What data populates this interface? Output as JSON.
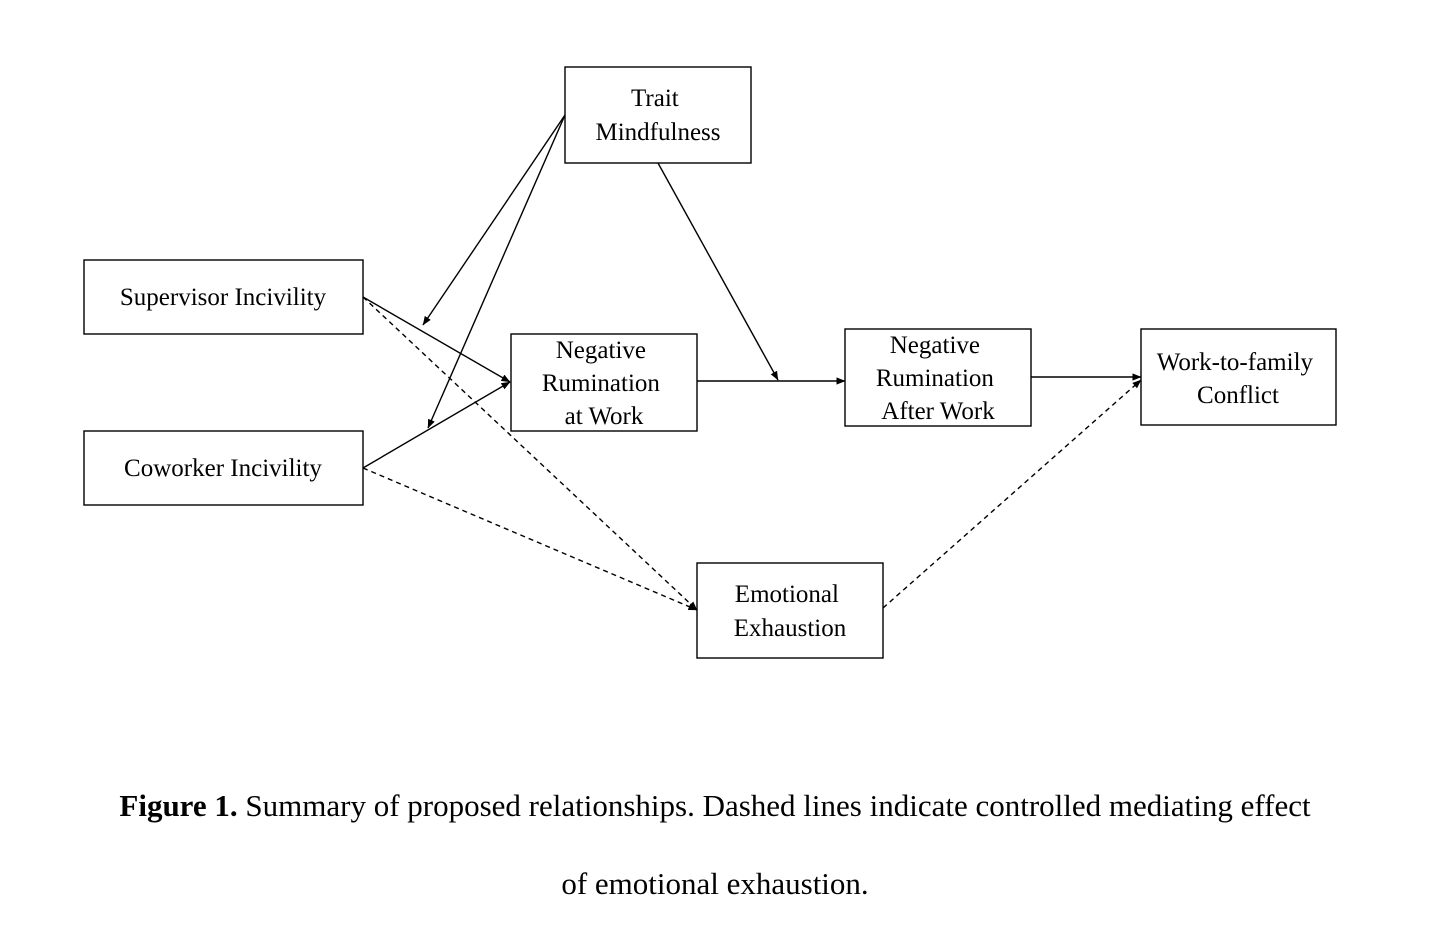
{
  "diagram": {
    "nodes": {
      "trait_mindfulness": {
        "lines": [
          "Trait",
          "Mindfulness"
        ]
      },
      "supervisor_incivility": {
        "lines": [
          "Supervisor Incivility"
        ]
      },
      "coworker_incivility": {
        "lines": [
          "Coworker Incivility"
        ]
      },
      "rumination_at_work": {
        "lines": [
          "Negative",
          "Rumination",
          "at Work"
        ]
      },
      "rumination_after_work": {
        "lines": [
          "Negative",
          "Rumination",
          "After Work"
        ]
      },
      "work_family_conflict": {
        "lines": [
          "Work-to-family",
          "Conflict"
        ]
      },
      "emotional_exhaustion": {
        "lines": [
          "Emotional",
          "Exhaustion"
        ]
      }
    },
    "edges": [
      {
        "from": "supervisor_incivility",
        "to": "rumination_at_work",
        "style": "solid"
      },
      {
        "from": "coworker_incivility",
        "to": "rumination_at_work",
        "style": "solid"
      },
      {
        "from": "rumination_at_work",
        "to": "rumination_after_work",
        "style": "solid"
      },
      {
        "from": "rumination_after_work",
        "to": "work_family_conflict",
        "style": "solid"
      },
      {
        "from": "trait_mindfulness",
        "to": "supervisor_incivility -> rumination_at_work path",
        "style": "solid",
        "type": "moderation"
      },
      {
        "from": "trait_mindfulness",
        "to": "coworker_incivility -> rumination_at_work path",
        "style": "solid",
        "type": "moderation"
      },
      {
        "from": "trait_mindfulness",
        "to": "rumination_at_work -> rumination_after_work path",
        "style": "solid",
        "type": "moderation"
      },
      {
        "from": "supervisor_incivility",
        "to": "emotional_exhaustion",
        "style": "dashed"
      },
      {
        "from": "coworker_incivility",
        "to": "emotional_exhaustion",
        "style": "dashed"
      },
      {
        "from": "emotional_exhaustion",
        "to": "work_family_conflict",
        "style": "dashed"
      }
    ]
  },
  "caption": {
    "label": "Figure 1.",
    "text_line1": " Summary of proposed relationships. Dashed lines indicate controlled mediating effect",
    "text_line2": "of emotional exhaustion."
  }
}
